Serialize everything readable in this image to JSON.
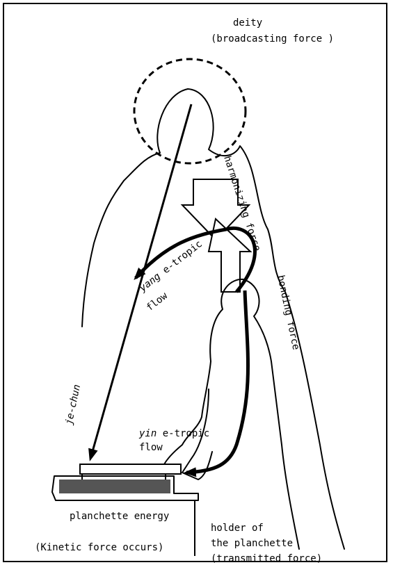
{
  "labels": {
    "deity": "deity",
    "broadcasting": "(broadcasting force )",
    "harmonizing": "harmonizing force",
    "yang_word": "yang",
    "yang_rest": " e-tropic",
    "yang_flow": "flow",
    "bonding": "bonding force",
    "je_chun": "je-chun",
    "yin_word": "yin",
    "yin_rest": " e-tropic",
    "yin_flow": "flow",
    "planchette_energy": "planchette energy",
    "kinetic": "(Kinetic force occurs)",
    "holder_1": "holder of",
    "holder_2": "the planchette",
    "holder_3": "(transmitted force)"
  }
}
